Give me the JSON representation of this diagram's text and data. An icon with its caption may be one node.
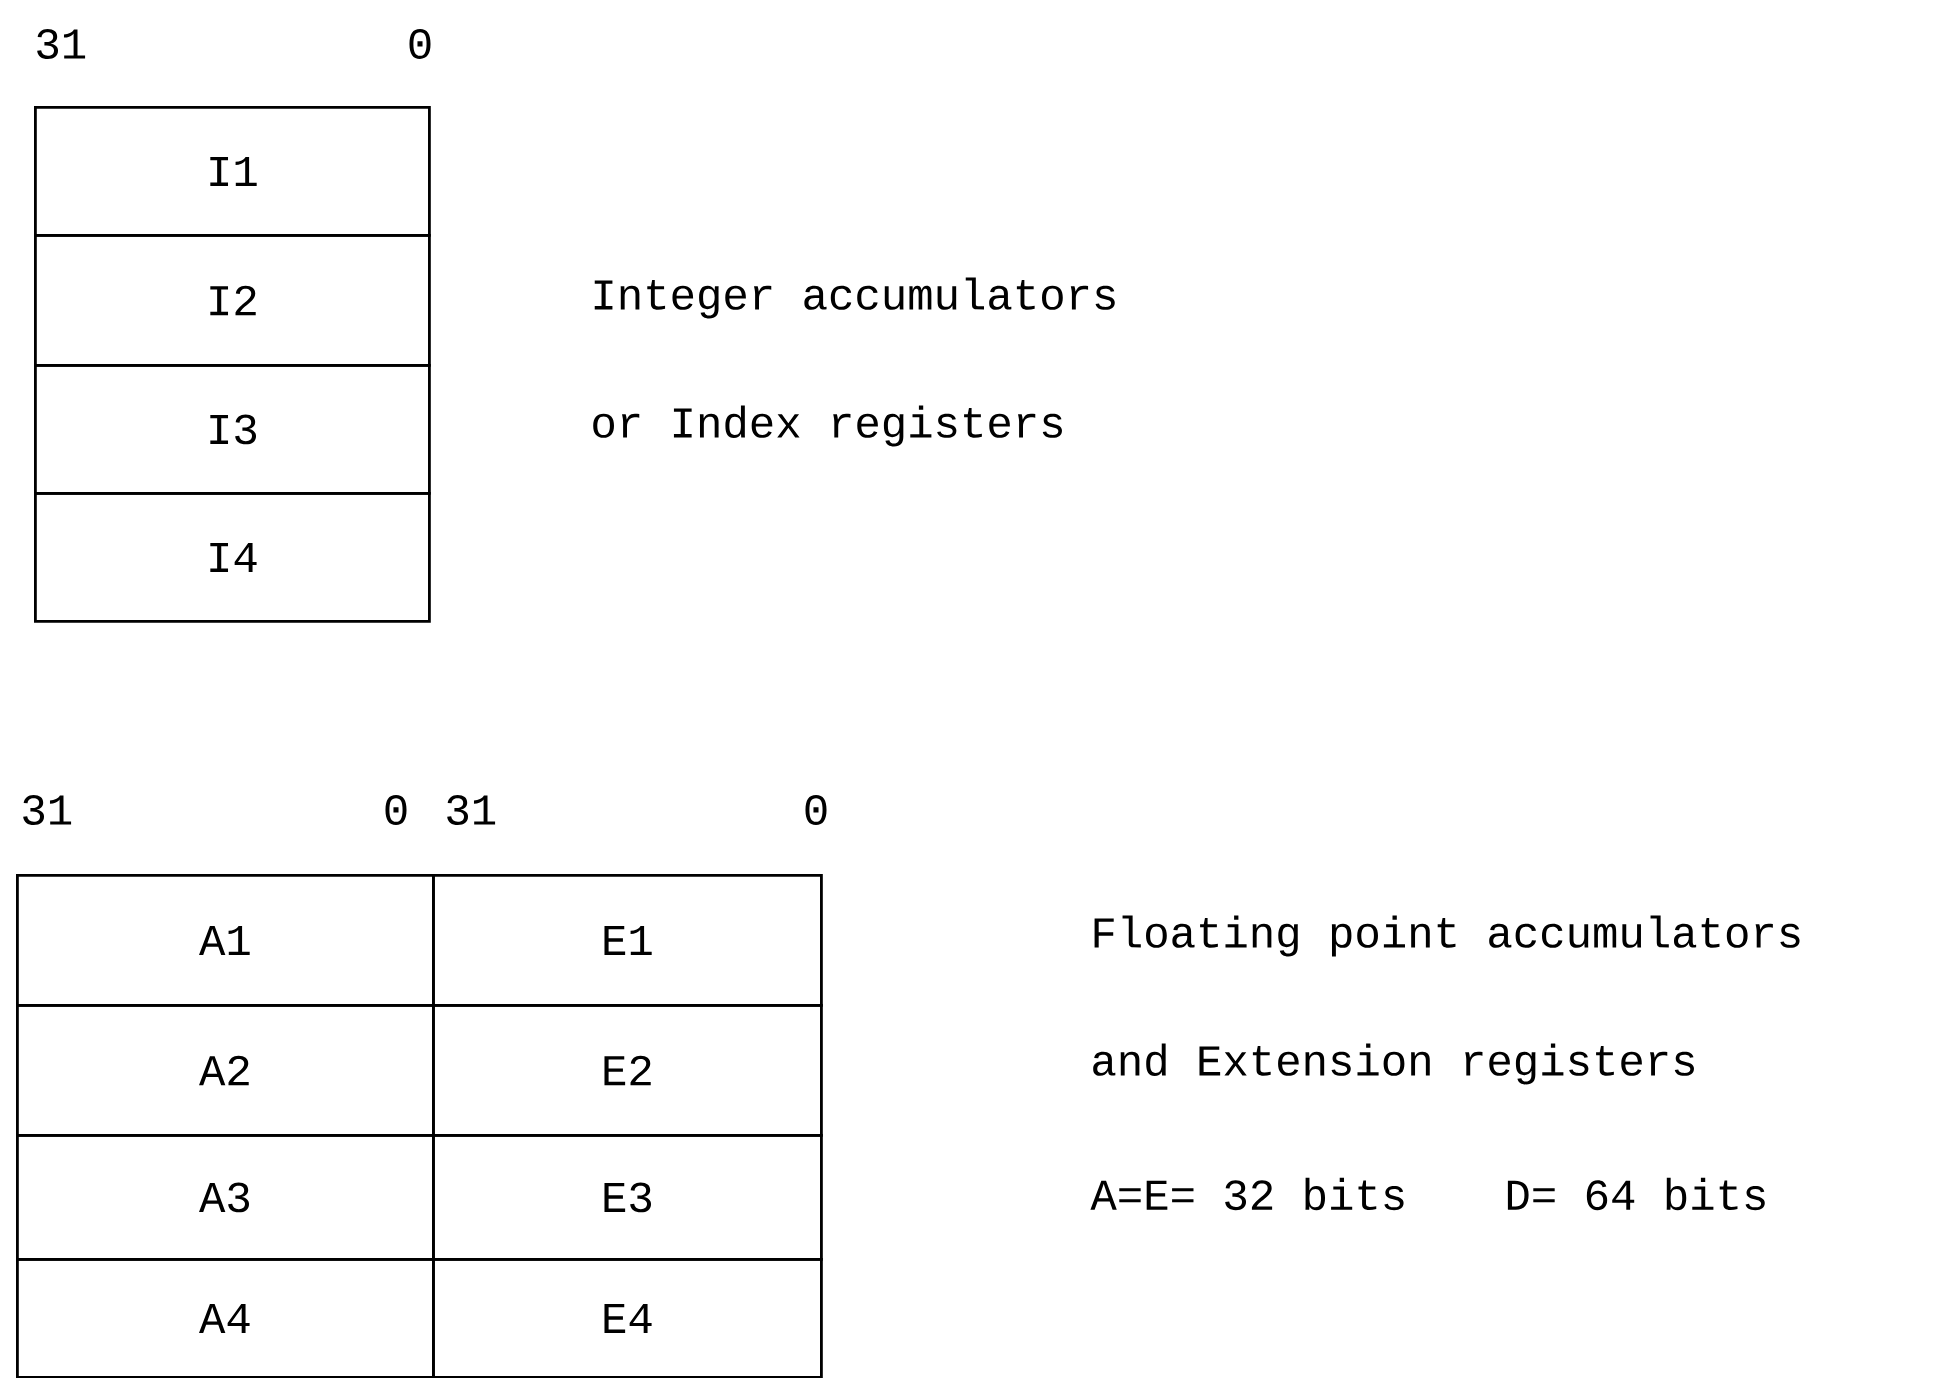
{
  "diagram": {
    "nodes": [
      {
        "text": [
          "I1"
        ]
      },
      {
        "text": [
          "I2"
        ]
      },
      {
        "text": [
          "I3"
        ]
      },
      {
        "text": [
          "I4"
        ]
      },
      {
        "text": [
          "A1"
        ]
      },
      {
        "text": [
          "E1"
        ]
      },
      {
        "text": [
          "A2"
        ]
      },
      {
        "text": [
          "E2"
        ]
      },
      {
        "text": [
          "A3"
        ]
      },
      {
        "text": [
          "E3"
        ]
      },
      {
        "text": [
          "A4"
        ]
      },
      {
        "text": [
          "E4"
        ]
      }
    ],
    "labels": [
      "31",
      "0",
      "Integer accumulators",
      "or Index registers",
      "31",
      "0",
      "31",
      "0",
      "Floating point accumulators",
      "and Extension registers",
      "A=E= 32 bits",
      "D= 64 bits"
    ]
  }
}
